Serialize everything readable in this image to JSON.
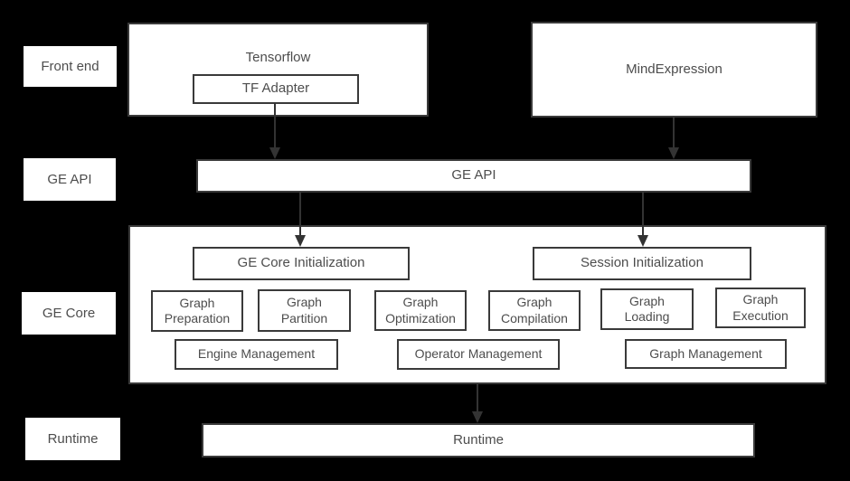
{
  "row_labels": {
    "front_end": "Front end",
    "ge_api": "GE API",
    "ge_core": "GE Core",
    "runtime": "Runtime"
  },
  "frontend": {
    "tensorflow_label": "Tensorflow",
    "tf_adapter_label": "TF Adapter",
    "mindexpression_label": "MindExpression"
  },
  "ge_api": {
    "bar_label": "GE API"
  },
  "ge_core": {
    "ge_core_initialization": "GE Core Initialization",
    "session_initialization": "Session Initialization",
    "modules": [
      "Graph Preparation",
      "Graph Partition",
      "Graph Optimization",
      "Graph Compilation",
      "Graph Loading",
      "Graph Execution"
    ],
    "management": [
      "Engine Management",
      "Operator Management",
      "Graph Management"
    ]
  },
  "runtime": {
    "bar_label": "Runtime"
  },
  "colors": {
    "background": "#000000",
    "box_fill": "#ffffff",
    "box_border": "#3a3a3a",
    "text": "#4d4d4d",
    "arrow": "#333333"
  }
}
